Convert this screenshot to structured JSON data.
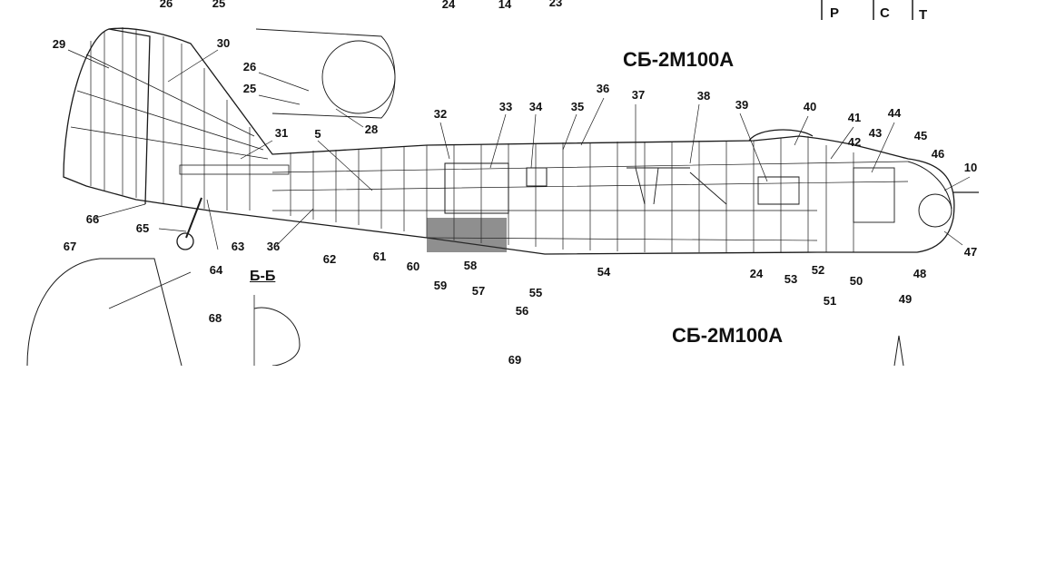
{
  "diagram": {
    "title_top": "СБ-2М100А",
    "title_bottom": "СБ-2М100А",
    "section_label": "Б-Б",
    "corner_letters": [
      "Р",
      "С",
      "Т"
    ],
    "top_cut_numbers": [
      "26",
      "25",
      "24",
      "14",
      "23"
    ],
    "callouts": [
      "29",
      "30",
      "26",
      "25",
      "28",
      "31",
      "5",
      "32",
      "33",
      "34",
      "35",
      "36",
      "37",
      "38",
      "39",
      "40",
      "41",
      "42",
      "43",
      "44",
      "45",
      "46",
      "10",
      "47",
      "48",
      "49",
      "50",
      "51",
      "52",
      "53",
      "24",
      "54",
      "55",
      "56",
      "57",
      "58",
      "59",
      "60",
      "61",
      "62",
      "36",
      "63",
      "64",
      "65",
      "66",
      "67",
      "68",
      "69"
    ]
  },
  "colors": {
    "ink": "#1a1a1a",
    "paper": "#ffffff",
    "hatch": "#333333"
  }
}
